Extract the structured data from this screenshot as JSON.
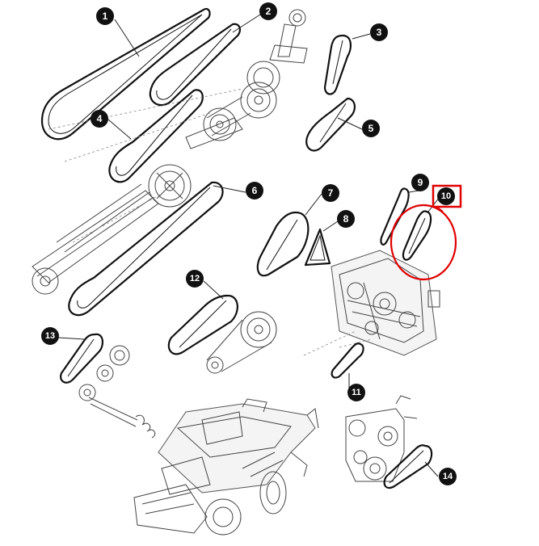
{
  "diagram": {
    "parts": [
      {
        "id": "1",
        "label": "1"
      },
      {
        "id": "2",
        "label": "2"
      },
      {
        "id": "3",
        "label": "3"
      },
      {
        "id": "4",
        "label": "4"
      },
      {
        "id": "5",
        "label": "5"
      },
      {
        "id": "6",
        "label": "6"
      },
      {
        "id": "7",
        "label": "7"
      },
      {
        "id": "8",
        "label": "8"
      },
      {
        "id": "9",
        "label": "9"
      },
      {
        "id": "10",
        "label": "10"
      },
      {
        "id": "11",
        "label": "11"
      },
      {
        "id": "12",
        "label": "12"
      },
      {
        "id": "13",
        "label": "13"
      },
      {
        "id": "14",
        "label": "14"
      }
    ],
    "highlight": {
      "part": "10",
      "color": "#e00000"
    }
  }
}
